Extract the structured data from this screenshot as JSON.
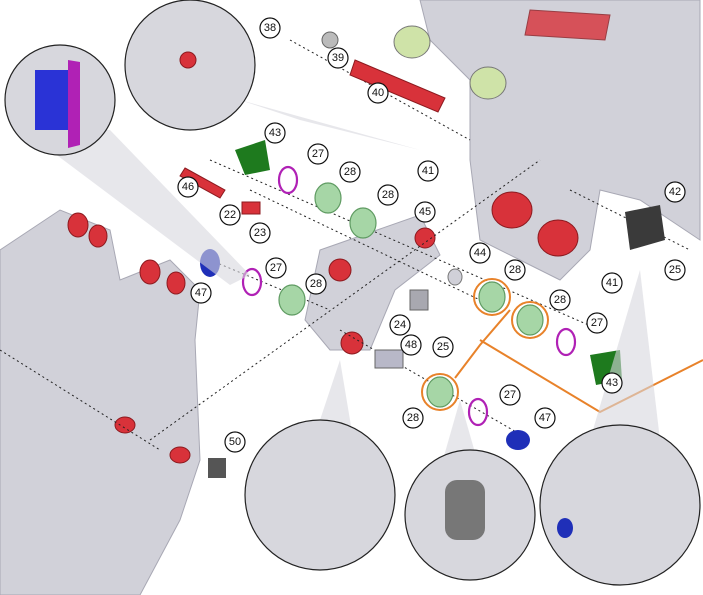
{
  "title": "Rear suspension linkage exploded diagram",
  "colors": {
    "frame": "#c9c9d3",
    "bushing": "#a6d6a6",
    "oring": "#b021b5",
    "bolt": "#d8323a",
    "cap": "#1f2fb8",
    "highlight": "#e8822a",
    "nut": "#1e7a1e"
  },
  "callouts": {
    "c38": "38",
    "c39": "39",
    "c40": "40",
    "c43a": "43",
    "c27a": "27",
    "c28a": "28",
    "c28b": "28",
    "c46": "46",
    "c22": "22",
    "c23": "23",
    "c45": "45",
    "c41a": "41",
    "c42": "42",
    "c25a": "25",
    "c41b": "41",
    "c47a": "47",
    "c27b": "27",
    "c28c": "28",
    "c44": "44",
    "c28d": "28",
    "c28e": "28",
    "c24": "24",
    "c25b": "25",
    "c27c": "27",
    "c48": "48",
    "c43b": "43",
    "c28f": "28",
    "c27d": "27",
    "c47b": "47",
    "c50": "50"
  }
}
